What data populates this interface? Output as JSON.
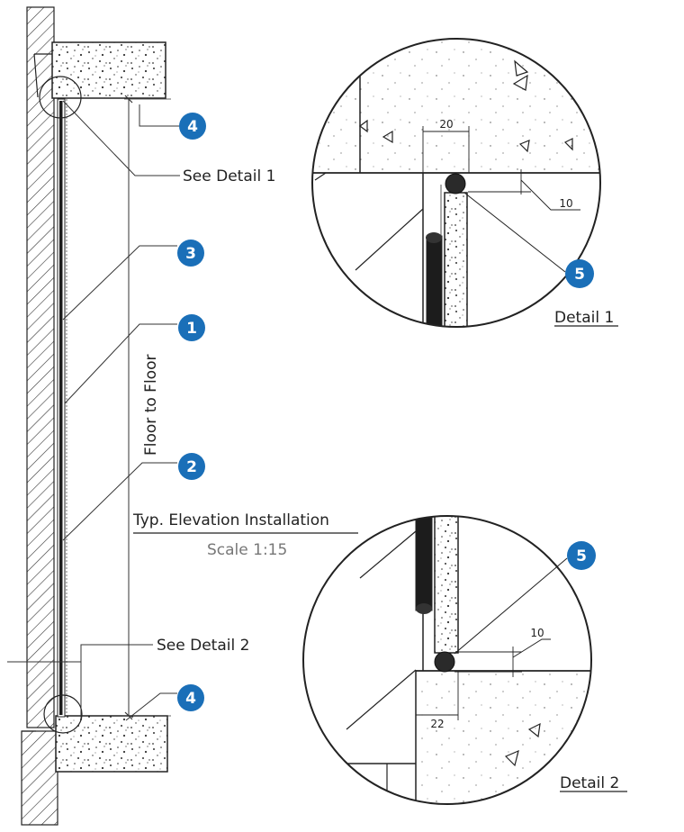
{
  "labels": {
    "see_detail_1": "See Detail 1",
    "see_detail_2": "See Detail 2",
    "floor_to_floor": "Floor to Floor",
    "elevation_title": "Typ. Elevation Installation",
    "scale": "Scale 1:15",
    "detail_1": "Detail 1",
    "detail_2": "Detail 2"
  },
  "callouts": {
    "c4_top": "4",
    "c3": "3",
    "c1": "1",
    "c2": "2",
    "c4_bottom": "4",
    "c5_detail1": "5",
    "c5_detail2": "5"
  },
  "dimensions": {
    "d1_width": "20",
    "d1_gap": "10",
    "d2_gap": "10",
    "d2_width": "22"
  },
  "colors": {
    "badge": "#1a6fb8",
    "line": "#222222",
    "panel": "#1c1c1c"
  }
}
